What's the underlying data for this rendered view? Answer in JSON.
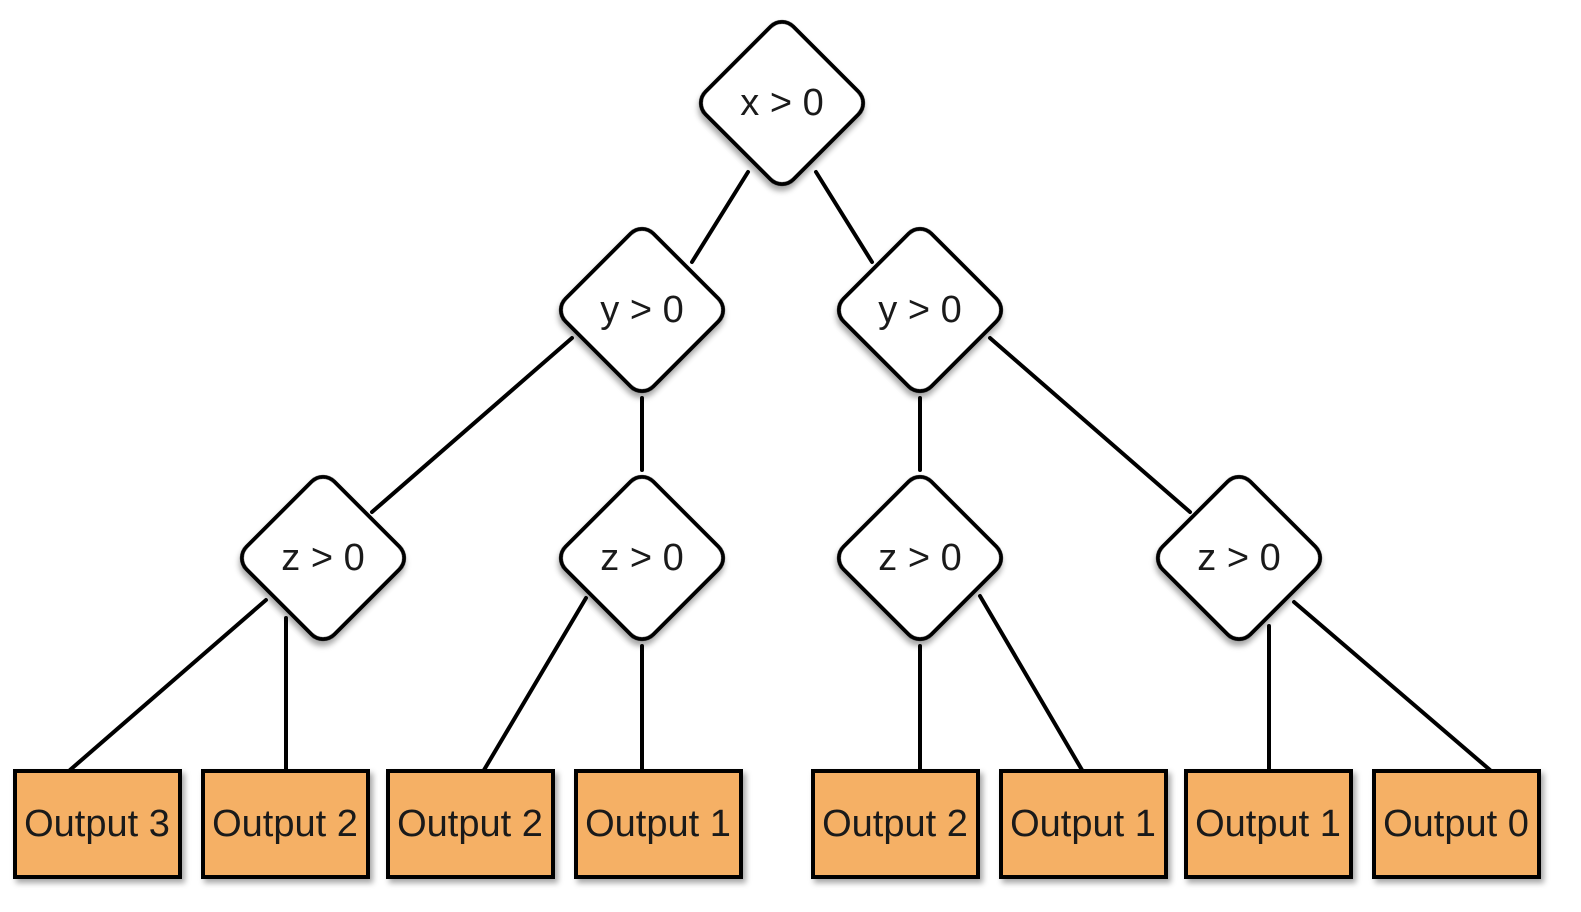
{
  "colors": {
    "leaf_fill": "#F5B065",
    "line": "#000000",
    "decision_fill": "#FFFFFF"
  },
  "decisions": [
    {
      "id": "root",
      "label": "x > 0"
    },
    {
      "id": "y-left",
      "label": "y > 0"
    },
    {
      "id": "y-right",
      "label": "y > 0"
    },
    {
      "id": "z-1",
      "label": "z > 0"
    },
    {
      "id": "z-2",
      "label": "z > 0"
    },
    {
      "id": "z-3",
      "label": "z > 0"
    },
    {
      "id": "z-4",
      "label": "z > 0"
    }
  ],
  "outputs": [
    {
      "label": "Output 3"
    },
    {
      "label": "Output 2"
    },
    {
      "label": "Output 2"
    },
    {
      "label": "Output 1"
    },
    {
      "label": "Output 2"
    },
    {
      "label": "Output 1"
    },
    {
      "label": "Output 1"
    },
    {
      "label": "Output 0"
    }
  ]
}
